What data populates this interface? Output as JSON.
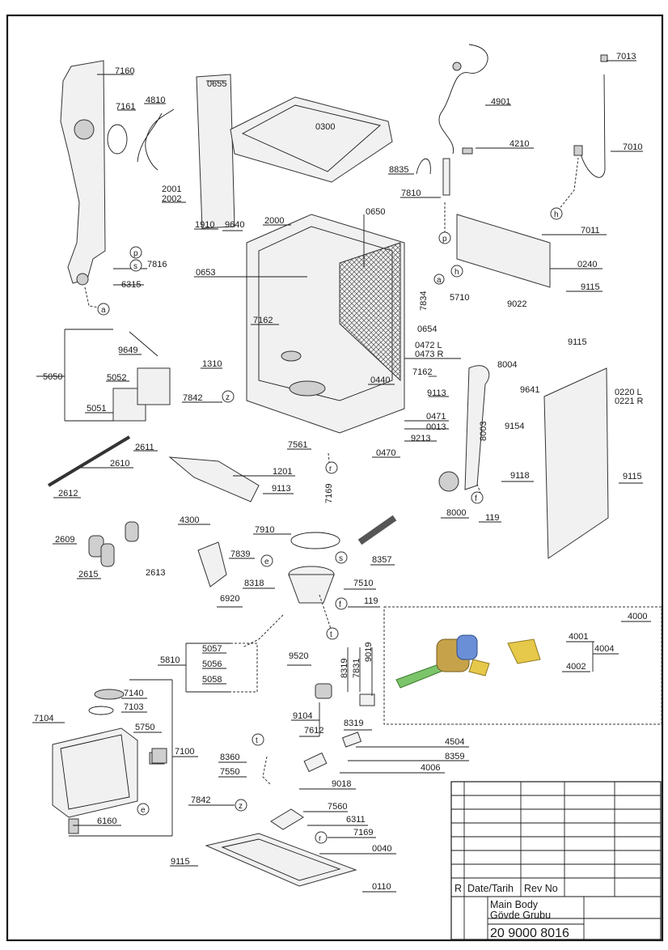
{
  "part_labels": {
    "p7160": "7160",
    "p7161": "7161",
    "p4810": "4810",
    "p0655": "0655",
    "p0300": "0300",
    "p4901": "4901",
    "p7013": "7013",
    "p4210": "4210",
    "p7010": "7010",
    "p8835": "8835",
    "p7810": "7810",
    "p2001": "2001",
    "p2002": "2002",
    "p1910": "1910",
    "p9640": "9640",
    "p2000": "2000",
    "p0650": "0650",
    "p7011": "7011",
    "p0240": "0240",
    "p9115a": "9115",
    "p7816": "7816",
    "p6315": "6315",
    "p0653": "0653",
    "p7162a": "7162",
    "p7834": "7834",
    "p5710": "5710",
    "p9022": "9022",
    "p0654": "0654",
    "p9649": "9649",
    "p0472": "0472 L",
    "p0473": "0473 R",
    "p8004": "8004",
    "p9115b": "9115",
    "p5050": "5050",
    "p5052": "5052",
    "p1310": "1310",
    "p0440": "0440",
    "p7162b": "7162",
    "p9641": "9641",
    "p0220": "0220 L",
    "p0221": "0221 R",
    "p9113a": "9113",
    "p7842a": "7842",
    "p5051": "5051",
    "p0471": "0471",
    "p0013": "0013",
    "p8003": "8003",
    "p9154": "9154",
    "p9213": "9213",
    "p7561": "7561",
    "p0470": "0470",
    "p2611": "2611",
    "p2610": "2610",
    "p1201": "1201",
    "p9118": "9118",
    "p9115c": "9115",
    "p9113b": "9113",
    "p7169a": "7169",
    "p8000": "8000",
    "p119a": "119",
    "p2612": "2612",
    "p4300": "4300",
    "p7910": "7910",
    "p2609": "2609",
    "p7839": "7839",
    "p8357": "8357",
    "p2615": "2615",
    "p2613": "2613",
    "p8318": "8318",
    "p7510": "7510",
    "p6920": "6920",
    "p119b": "119",
    "p4000": "4000",
    "p4001": "4001",
    "p4004": "4004",
    "p4002": "4002",
    "p5810": "5810",
    "p5057": "5057",
    "p5056": "5056",
    "p5058": "5058",
    "p9520": "9520",
    "p8319a": "8319",
    "p7831": "7831",
    "p9019": "9019",
    "p7140": "7140",
    "p7103": "7103",
    "p7104": "7104",
    "p5750": "5750",
    "p7100": "7100",
    "p9104": "9104",
    "p7612": "7612",
    "p8319b": "8319",
    "p4504": "4504",
    "p8360": "8360",
    "p8359": "8359",
    "p7550": "7550",
    "p4006": "4006",
    "p9018": "9018",
    "p7842b": "7842",
    "p7560": "7560",
    "p6160": "6160",
    "p6311": "6311",
    "p7169b": "7169",
    "p0040": "0040",
    "p9115d": "9115",
    "p0110": "0110"
  },
  "connectors": {
    "p": "p",
    "s": "s",
    "a": "a",
    "z": "z",
    "r": "r",
    "f": "f",
    "h": "h",
    "e": "e",
    "t": "t"
  },
  "title_block": {
    "rev_col": "R",
    "date_col": "Date/Tarih",
    "revno_col": "Rev No",
    "title_line1": "Main Body",
    "title_line2": "Gövde Grubu",
    "drawing_number": "20 9000 8016"
  }
}
